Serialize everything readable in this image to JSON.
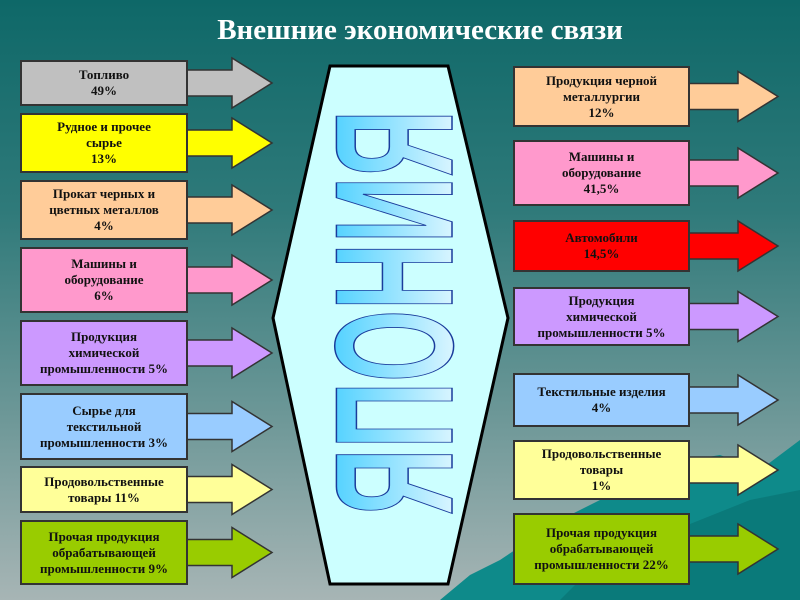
{
  "title": "Внешние экономические связи",
  "center_label": "ЯПОНИЯ",
  "imports": [
    {
      "label": "Топливо\n49%",
      "color": "#c0c0c0"
    },
    {
      "label": "Рудное и прочее\nсырье\n13%",
      "color": "#ffff00"
    },
    {
      "label": "Прокат черных и\nцветных  металлов\n4%",
      "color": "#ffcc99"
    },
    {
      "label": "Машины и\nоборудование\n6%",
      "color": "#ff99cc"
    },
    {
      "label": "Продукция\nхимической\nпромышленности 5%",
      "color": "#cc99ff"
    },
    {
      "label": "Сырье для\nтекстильной\nпромышленности 3%",
      "color": "#99ccff"
    },
    {
      "label": "Продовольственные\nтовары 11%",
      "color": "#ffff99"
    },
    {
      "label": "Прочая продукция\nобрабатывающей\nпромышленности 9%",
      "color": "#99cc00"
    }
  ],
  "exports": [
    {
      "label": "Продукция черной\nметаллургии\n12%",
      "color": "#ffcc99"
    },
    {
      "label": "Машины и\nоборудование\n41,5%",
      "color": "#ff99cc"
    },
    {
      "label": "Автомобили\n14,5%",
      "color": "#ff0000"
    },
    {
      "label": "Продукция\nхимической\nпромышленности 5%",
      "color": "#cc99ff"
    },
    {
      "label": "Текстильные изделия\n4%",
      "color": "#99ccff"
    },
    {
      "label": "Продовольственные\nтовары\n1%",
      "color": "#ffff99"
    },
    {
      "label": "Прочая продукция\nобрабатывающей\nпромышленности 22%",
      "color": "#99cc00"
    }
  ]
}
